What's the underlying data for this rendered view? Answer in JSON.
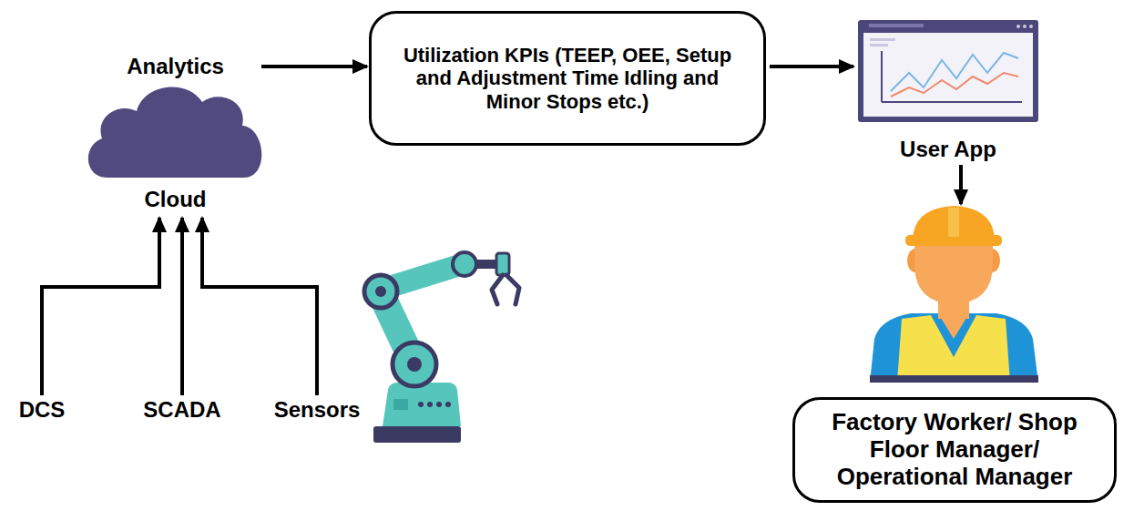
{
  "diagram": {
    "nodes": [
      {
        "text": [
          "Analytics",
          "Cloud"
        ]
      },
      {
        "text": [
          "Utilization KPIs (TEEP, OEE, Setup and Adjustment Time Idling and Minor Stops etc.)"
        ]
      },
      {
        "text": [
          "User App"
        ]
      },
      {
        "text": [
          "Factory Worker/ Shop Floor Manager/ Operational Manager"
        ]
      },
      {
        "text": [
          "DCS"
        ]
      },
      {
        "text": [
          "SCADA"
        ]
      },
      {
        "text": [
          "Sensors"
        ]
      }
    ],
    "edges": [
      {
        "from": 0,
        "to": 1,
        "arrow": "to"
      },
      {
        "from": 1,
        "to": 2,
        "arrow": "to"
      },
      {
        "from": 2,
        "to": 3,
        "arrow": "to"
      },
      {
        "from": 4,
        "to": 0,
        "arrow": "to"
      },
      {
        "from": 5,
        "to": 0,
        "arrow": "to"
      },
      {
        "from": 6,
        "to": 0,
        "arrow": "to"
      }
    ]
  }
}
